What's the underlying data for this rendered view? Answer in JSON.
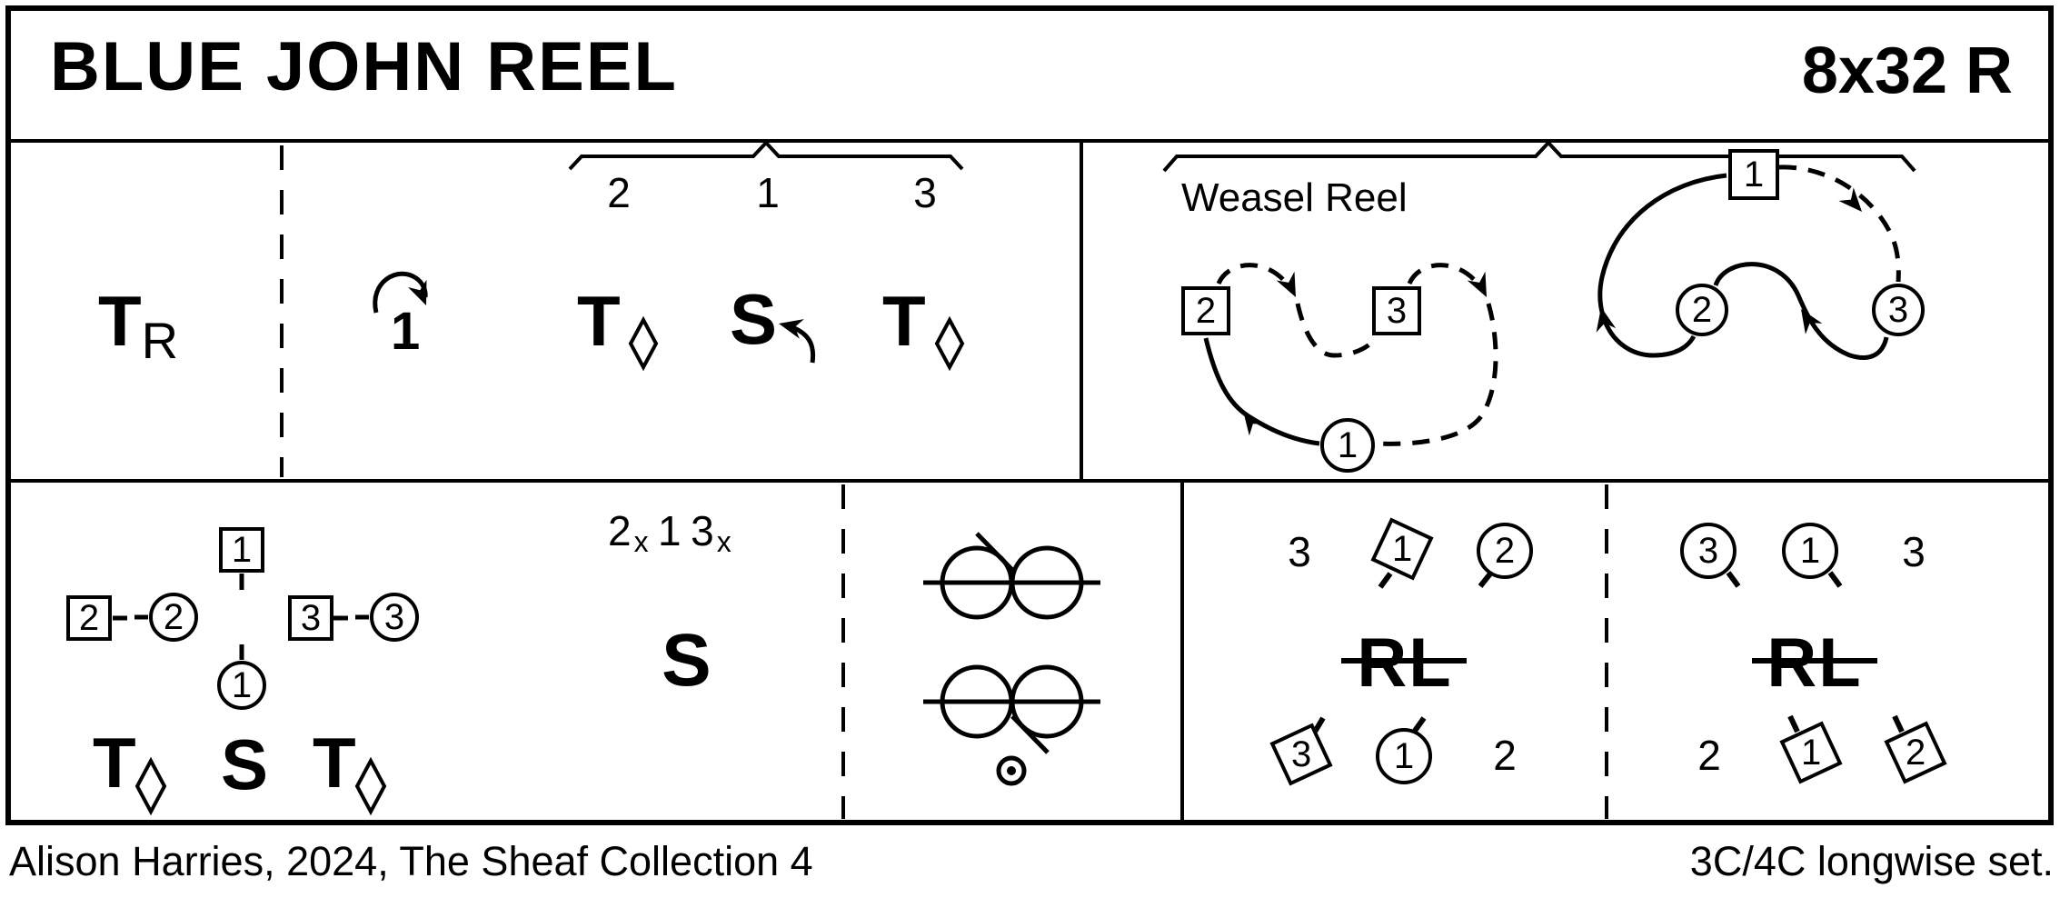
{
  "header": {
    "title": "BLUE JOHN REEL",
    "signature": "8x32 R"
  },
  "footer": {
    "credit": "Alison Harries, 2024, The Sheaf Collection 4",
    "set": "3C/4C longwise set."
  },
  "colors": {
    "ink": "#000000",
    "paper": "#ffffff"
  },
  "icons": {
    "cast": "curved-cast-arrow-icon",
    "set_advance": "hook-arrow-icon",
    "both_hands": "lozenge-icon",
    "chain": "ladies-chain-icon",
    "rotation_marker": "dot-circle-icon"
  },
  "bars_1_16": {
    "turn_right": {
      "letter": "T",
      "subscript": "R"
    },
    "cast": {
      "number": "1"
    },
    "brace_numbers": {
      "left": "2",
      "middle": "1",
      "right": "3"
    },
    "turn_both_a": {
      "letter": "T"
    },
    "set_advance": {
      "letter": "S"
    },
    "turn_both_b": {
      "letter": "T"
    }
  },
  "weasel_reel": {
    "label": "Weasel Reel",
    "left_diagram": {
      "square_2": "2",
      "square_3": "3",
      "circle_1": "1"
    },
    "right_diagram": {
      "square_1": "1",
      "circle_2": "2",
      "circle_3": "3"
    }
  },
  "cross_figure": {
    "square_1": "1",
    "square_2": "2",
    "circle_2": "2",
    "square_3": "3",
    "circle_3": "3",
    "circle_1": "1",
    "order": {
      "n1": "2",
      "s1": "x",
      "n2": "1",
      "n3": "3",
      "s3": "x"
    },
    "set_large": "S",
    "turn_both_a": {
      "letter": "T"
    },
    "set": {
      "letter": "S"
    },
    "turn_both_b": {
      "letter": "T"
    }
  },
  "rights_and_lefts_a": {
    "label": "RL",
    "top_number": "3",
    "top_diamond_1": "1",
    "top_circle_2": "2",
    "bottom_diamond_3": "3",
    "bottom_circle_1": "1",
    "bottom_number": "2"
  },
  "rights_and_lefts_b": {
    "label": "RL",
    "top_circle_3": "3",
    "top_circle_1": "1",
    "top_number": "3",
    "bottom_number": "2",
    "bottom_diamond_1": "1",
    "bottom_diamond_2": "2"
  }
}
